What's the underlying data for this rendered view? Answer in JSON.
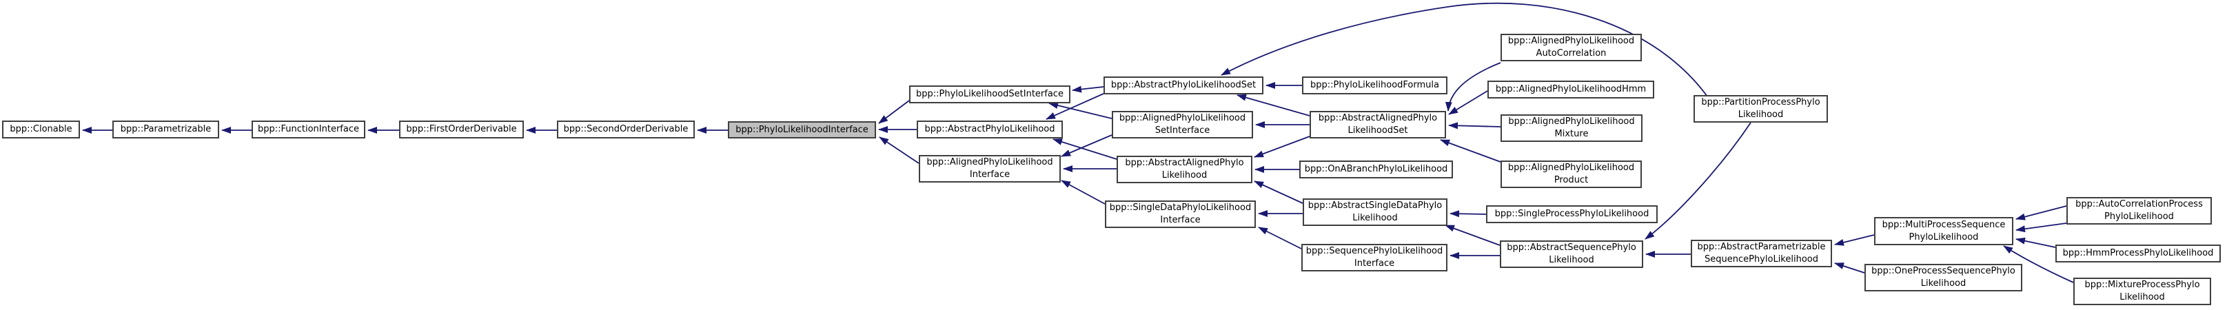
{
  "diagram": {
    "title": "Inheritance graph for bpp::PhyloLikelihoodInterface",
    "focus_node": "phylo-likelihood-interface",
    "colors": {
      "edge": "#191970",
      "node_border": "#3f3f3f",
      "node_fill": "#ffffff",
      "focus_fill": "#bfbfbf",
      "text": "#000000"
    },
    "nodes": [
      {
        "id": "clonable",
        "label": "bpp::Clonable",
        "highlight": false
      },
      {
        "id": "parametrizable",
        "label": "bpp::Parametrizable",
        "highlight": false
      },
      {
        "id": "function-interface",
        "label": "bpp::FunctionInterface",
        "highlight": false
      },
      {
        "id": "first-order-derivable",
        "label": "bpp::FirstOrderDerivable",
        "highlight": false
      },
      {
        "id": "second-order-derivable",
        "label": "bpp::SecondOrderDerivable",
        "highlight": false
      },
      {
        "id": "phylo-likelihood-interface",
        "label": "bpp::PhyloLikelihoodInterface",
        "highlight": true
      },
      {
        "id": "phylo-likelihood-set-interface",
        "label": "bpp::PhyloLikelihoodSetInterface",
        "highlight": false
      },
      {
        "id": "abstract-phylo-likelihood",
        "label": "bpp::AbstractPhyloLikelihood",
        "highlight": false
      },
      {
        "id": "aligned-phylo-likelihood-interface",
        "label": "bpp::AlignedPhyloLikelihood\nInterface",
        "highlight": false
      },
      {
        "id": "abstract-phylo-likelihood-set",
        "label": "bpp::AbstractPhyloLikelihoodSet",
        "highlight": false
      },
      {
        "id": "aligned-phylo-likelihood-set-interface",
        "label": "bpp::AlignedPhyloLikelihood\nSetInterface",
        "highlight": false
      },
      {
        "id": "abstract-aligned-phylo-likelihood",
        "label": "bpp::AbstractAlignedPhylo\nLikelihood",
        "highlight": false
      },
      {
        "id": "single-data-phylo-likelihood-interface",
        "label": "bpp::SingleDataPhyloLikelihood\nInterface",
        "highlight": false
      },
      {
        "id": "phylo-likelihood-formula",
        "label": "bpp::PhyloLikelihoodFormula",
        "highlight": false
      },
      {
        "id": "abstract-aligned-phylo-likelihood-set",
        "label": "bpp::AbstractAlignedPhylo\nLikelihoodSet",
        "highlight": false
      },
      {
        "id": "on-a-branch-phylo-likelihood",
        "label": "bpp::OnABranchPhyloLikelihood",
        "highlight": false
      },
      {
        "id": "abstract-single-data-phylo-likelihood",
        "label": "bpp::AbstractSingleDataPhylo\nLikelihood",
        "highlight": false
      },
      {
        "id": "sequence-phylo-likelihood-interface",
        "label": "bpp::SequencePhyloLikelihood\nInterface",
        "highlight": false
      },
      {
        "id": "aligned-phylo-likelihood-auto-correlation",
        "label": "bpp::AlignedPhyloLikelihood\nAutoCorrelation",
        "highlight": false
      },
      {
        "id": "aligned-phylo-likelihood-hmm",
        "label": "bpp::AlignedPhyloLikelihoodHmm",
        "highlight": false
      },
      {
        "id": "aligned-phylo-likelihood-mixture",
        "label": "bpp::AlignedPhyloLikelihood\nMixture",
        "highlight": false
      },
      {
        "id": "aligned-phylo-likelihood-product",
        "label": "bpp::AlignedPhyloLikelihood\nProduct",
        "highlight": false
      },
      {
        "id": "single-process-phylo-likelihood",
        "label": "bpp::SingleProcessPhyloLikelihood",
        "highlight": false
      },
      {
        "id": "abstract-sequence-phylo-likelihood",
        "label": "bpp::AbstractSequencePhylo\nLikelihood",
        "highlight": false
      },
      {
        "id": "partition-process-phylo-likelihood",
        "label": "bpp::PartitionProcessPhylo\nLikelihood",
        "highlight": false
      },
      {
        "id": "abstract-parametrizable-sequence-phylo-likelihood",
        "label": "bpp::AbstractParametrizable\nSequencePhyloLikelihood",
        "highlight": false
      },
      {
        "id": "multi-process-sequence-phylo-likelihood",
        "label": "bpp::MultiProcessSequence\nPhyloLikelihood",
        "highlight": false
      },
      {
        "id": "one-process-sequence-phylo-likelihood",
        "label": "bpp::OneProcessSequencePhylo\nLikelihood",
        "highlight": false
      },
      {
        "id": "auto-correlation-process-phylo-likelihood",
        "label": "bpp::AutoCorrelationProcess\nPhyloLikelihood",
        "highlight": false
      },
      {
        "id": "hmm-process-phylo-likelihood",
        "label": "bpp::HmmProcessPhyloLikelihood",
        "highlight": false
      },
      {
        "id": "mixture-process-phylo-likelihood",
        "label": "bpp::MixtureProcessPhylo\nLikelihood",
        "highlight": false
      }
    ],
    "edges": [
      {
        "from": "parametrizable",
        "to": "clonable"
      },
      {
        "from": "function-interface",
        "to": "parametrizable"
      },
      {
        "from": "first-order-derivable",
        "to": "function-interface"
      },
      {
        "from": "second-order-derivable",
        "to": "first-order-derivable"
      },
      {
        "from": "phylo-likelihood-interface",
        "to": "second-order-derivable"
      },
      {
        "from": "phylo-likelihood-set-interface",
        "to": "phylo-likelihood-interface"
      },
      {
        "from": "abstract-phylo-likelihood",
        "to": "phylo-likelihood-interface"
      },
      {
        "from": "aligned-phylo-likelihood-interface",
        "to": "phylo-likelihood-interface"
      },
      {
        "from": "abstract-phylo-likelihood-set",
        "to": "phylo-likelihood-set-interface"
      },
      {
        "from": "aligned-phylo-likelihood-set-interface",
        "to": "phylo-likelihood-set-interface"
      },
      {
        "from": "abstract-phylo-likelihood-set",
        "to": "abstract-phylo-likelihood"
      },
      {
        "from": "abstract-aligned-phylo-likelihood",
        "to": "abstract-phylo-likelihood"
      },
      {
        "from": "aligned-phylo-likelihood-set-interface",
        "to": "aligned-phylo-likelihood-interface"
      },
      {
        "from": "abstract-aligned-phylo-likelihood",
        "to": "aligned-phylo-likelihood-interface"
      },
      {
        "from": "single-data-phylo-likelihood-interface",
        "to": "aligned-phylo-likelihood-interface"
      },
      {
        "from": "phylo-likelihood-formula",
        "to": "abstract-phylo-likelihood-set"
      },
      {
        "from": "abstract-aligned-phylo-likelihood-set",
        "to": "abstract-phylo-likelihood-set"
      },
      {
        "from": "abstract-aligned-phylo-likelihood-set",
        "to": "aligned-phylo-likelihood-set-interface"
      },
      {
        "from": "abstract-aligned-phylo-likelihood-set",
        "to": "abstract-aligned-phylo-likelihood"
      },
      {
        "from": "on-a-branch-phylo-likelihood",
        "to": "abstract-aligned-phylo-likelihood"
      },
      {
        "from": "abstract-single-data-phylo-likelihood",
        "to": "abstract-aligned-phylo-likelihood"
      },
      {
        "from": "abstract-single-data-phylo-likelihood",
        "to": "single-data-phylo-likelihood-interface"
      },
      {
        "from": "sequence-phylo-likelihood-interface",
        "to": "single-data-phylo-likelihood-interface"
      },
      {
        "from": "aligned-phylo-likelihood-auto-correlation",
        "to": "abstract-aligned-phylo-likelihood-set"
      },
      {
        "from": "aligned-phylo-likelihood-hmm",
        "to": "abstract-aligned-phylo-likelihood-set"
      },
      {
        "from": "aligned-phylo-likelihood-mixture",
        "to": "abstract-aligned-phylo-likelihood-set"
      },
      {
        "from": "aligned-phylo-likelihood-product",
        "to": "abstract-aligned-phylo-likelihood-set"
      },
      {
        "from": "single-process-phylo-likelihood",
        "to": "abstract-single-data-phylo-likelihood"
      },
      {
        "from": "abstract-sequence-phylo-likelihood",
        "to": "abstract-single-data-phylo-likelihood"
      },
      {
        "from": "abstract-sequence-phylo-likelihood",
        "to": "sequence-phylo-likelihood-interface"
      },
      {
        "from": "partition-process-phylo-likelihood",
        "to": "abstract-phylo-likelihood-set"
      },
      {
        "from": "partition-process-phylo-likelihood",
        "to": "abstract-sequence-phylo-likelihood"
      },
      {
        "from": "multi-process-sequence-phylo-likelihood",
        "to": "abstract-parametrizable-sequence-phylo-likelihood"
      },
      {
        "from": "one-process-sequence-phylo-likelihood",
        "to": "abstract-parametrizable-sequence-phylo-likelihood"
      },
      {
        "from": "abstract-parametrizable-sequence-phylo-likelihood",
        "to": "abstract-sequence-phylo-likelihood"
      },
      {
        "from": "auto-correlation-process-phylo-likelihood",
        "to": "multi-process-sequence-phylo-likelihood"
      },
      {
        "from": "auto-correlation-process-phylo-likelihood",
        "to": "multi-process-sequence-phylo-likelihood"
      },
      {
        "from": "hmm-process-phylo-likelihood",
        "to": "multi-process-sequence-phylo-likelihood"
      },
      {
        "from": "mixture-process-phylo-likelihood",
        "to": "multi-process-sequence-phylo-likelihood"
      }
    ]
  }
}
